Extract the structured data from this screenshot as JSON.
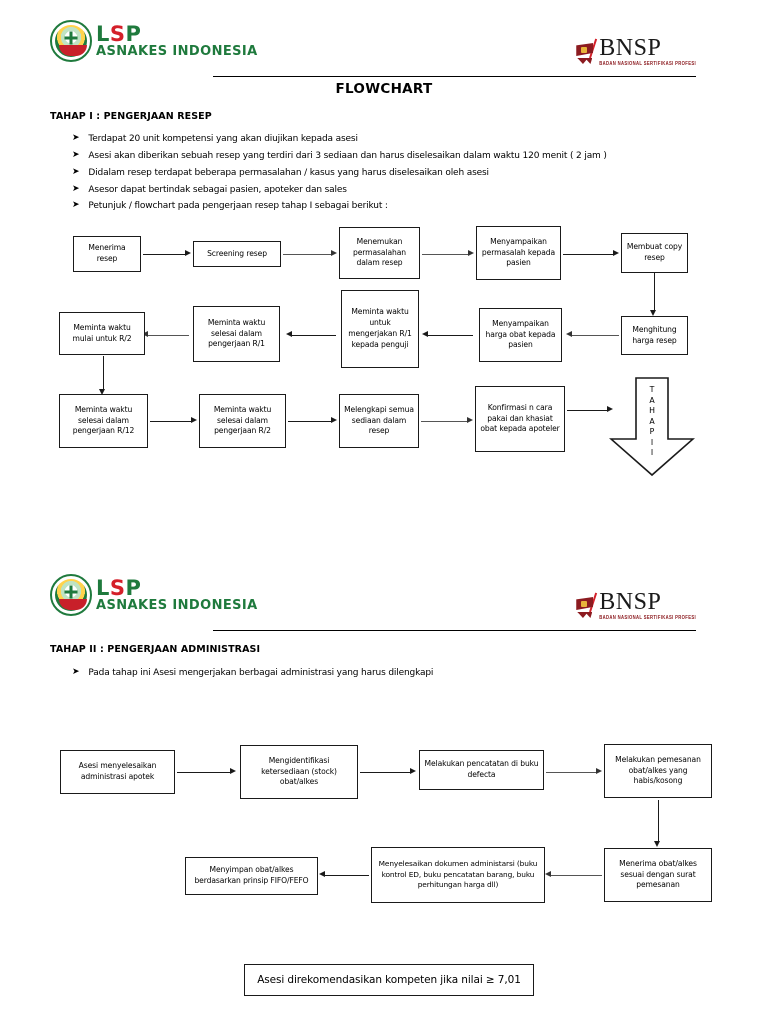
{
  "document": {
    "title": "FLOWCHART"
  },
  "header": {
    "logo_lsp": {
      "line1_l": "L",
      "line1_s": "S",
      "line1_p": "P",
      "line2": "ASNAKES INDONESIA"
    },
    "logo_bnsp": {
      "name": "BNSP",
      "tagline": "BADAN NASIONAL SERTIFIKASI PROFESI"
    }
  },
  "section1": {
    "title": "TAHAP I : PENGERJAAN RESEP",
    "bullet_marker": "➤",
    "bullets": [
      "Terdapat 20 unit kompetensi yang akan diujikan kepada asesi",
      "Asesi akan diberikan sebuah resep yang terdiri dari 3 sediaan dan harus diselesaikan dalam waktu 120 menit ( 2 jam )",
      "Didalam resep terdapat beberapa permasalahan / kasus yang harus diselesaikan oleh asesi",
      "Asesor dapat bertindak sebagai pasien, apoteker dan sales",
      "Petunjuk / flowchart pada pengerjaan resep tahap I sebagai berikut :"
    ],
    "flow": {
      "row1": [
        "Menerima resep",
        "Screening resep",
        "Menemukan permasalahan dalam resep",
        "Menyampaikan permasalah kepada pasien",
        "Membuat copy resep"
      ],
      "row2": [
        "Meminta waktu mulai untuk R/2",
        "Meminta waktu selesai dalam pengerjaan R/1",
        "Meminta waktu untuk mengerjakan R/1 kepada penguji",
        "Menyampaikan harga obat kepada pasien",
        "Menghitung harga  resep"
      ],
      "row3": [
        "Meminta waktu selesai dalam pengerjaan R/12",
        "Meminta waktu selesai dalam pengerjaan R/2",
        "Melengkapi semua sediaan dalam resep",
        "Konfirmasi n cara pakai dan khasiat obat kepada apoteler"
      ],
      "terminator": "T A H A P  I I"
    }
  },
  "section2": {
    "title": "TAHAP II : PENGERJAAN ADMINISTRASI",
    "bullet_marker": "➤",
    "bullets": [
      "Pada tahap ini Asesi mengerjakan berbagai administrasi yang harus dilengkapi"
    ],
    "flow": {
      "row1": [
        "Asesi menyelesaikan administrasi apotek",
        "Mengidentifikasi ketersediaan (stock) obat/alkes",
        "Melakukan pencatatan di buku defecta",
        "Melakukan pemesanan obat/alkes yang habis/kosong"
      ],
      "row2": [
        "Menyimpan obat/alkes berdasarkan prinsip FIFO/FEFO",
        "Menyelesaikan dokumen administarsi (buku kontrol ED, buku pencatatan barang, buku perhitungan harga dll)",
        "Menerima obat/alkes sesuai dengan surat pemesanan"
      ]
    },
    "footer_note": "Asesi direkomendasikan kompeten jika nilai ≥ 7,01"
  },
  "colors": {
    "lsp_green": "#1f7a3d",
    "lsp_red": "#d4202a",
    "bnsp_maroon": "#8c1b20",
    "line": "#1a1a1a"
  }
}
